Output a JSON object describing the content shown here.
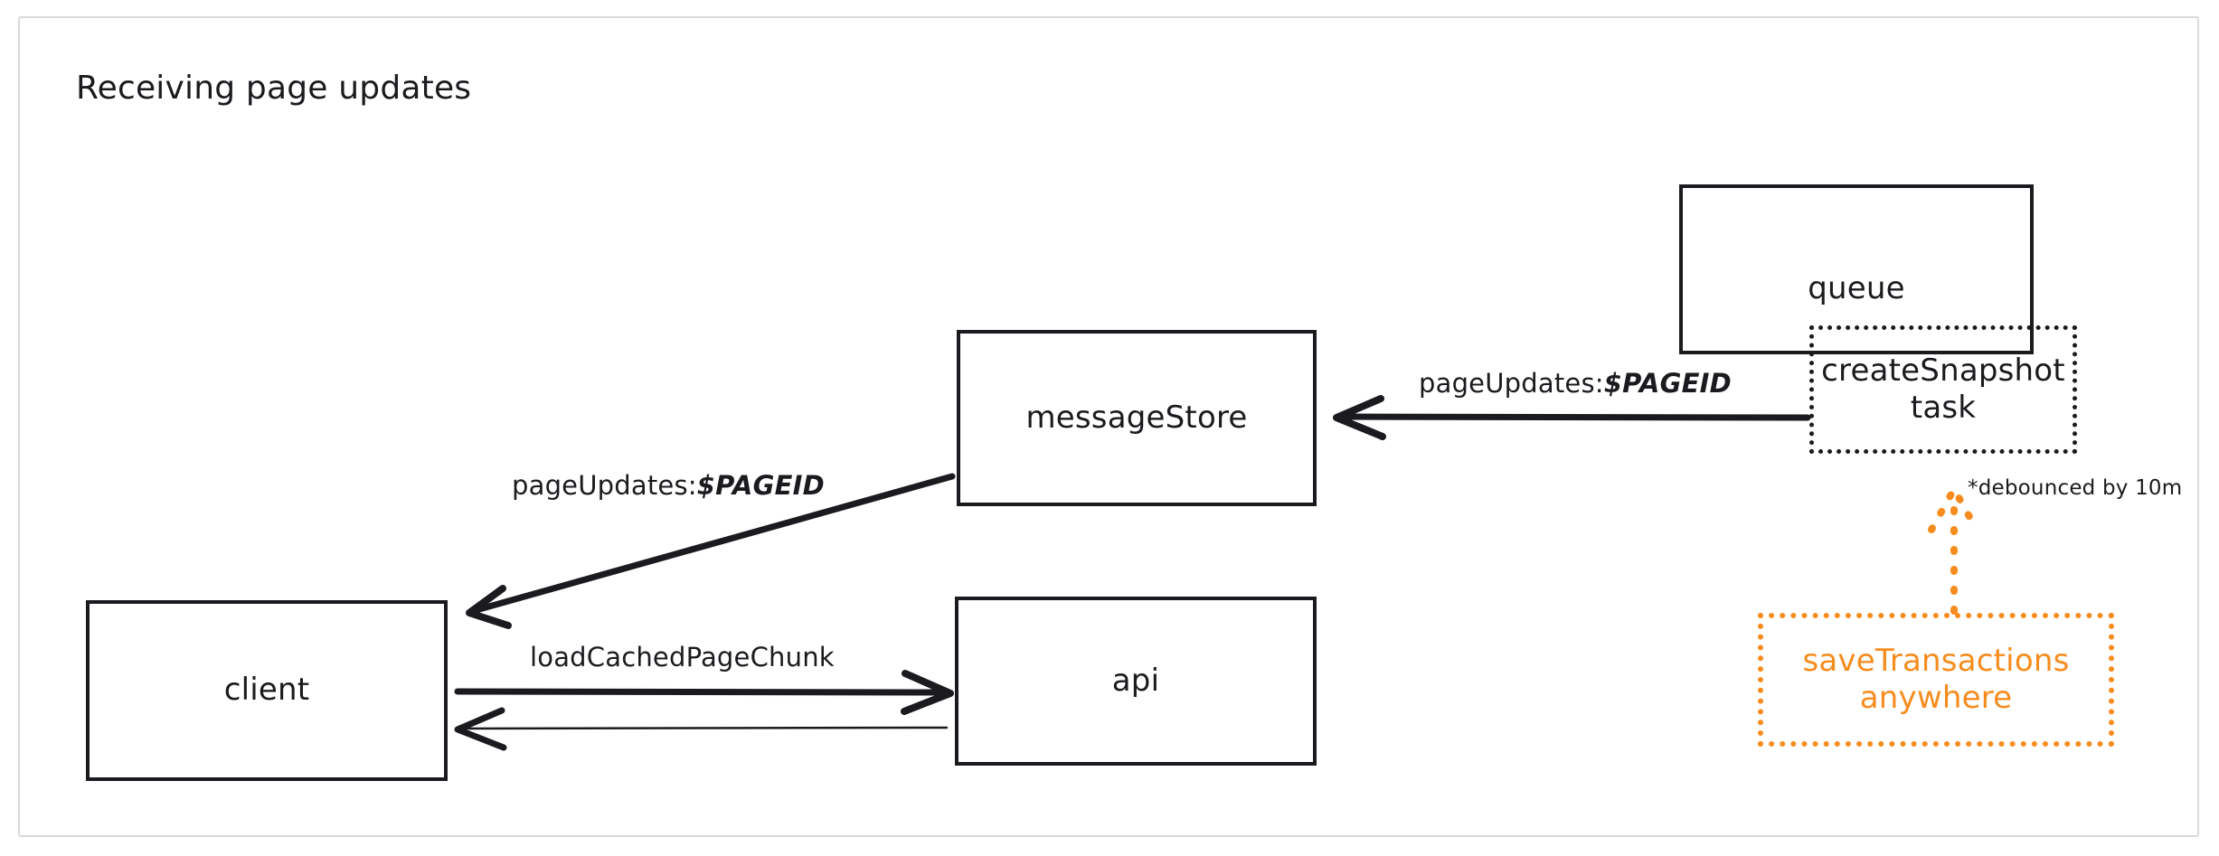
{
  "diagram": {
    "title": "Receiving page updates",
    "accent_color": "#f78c1e",
    "ink_color": "#1b1b1f",
    "frame_color": "#d9d8dd",
    "background": "#ffffff"
  },
  "nodes": [
    {
      "id": "client",
      "label": "client",
      "style": "solid",
      "color": "#1b1b1f"
    },
    {
      "id": "api",
      "label": "api",
      "style": "solid",
      "color": "#1b1b1f"
    },
    {
      "id": "messageStore",
      "label": "messageStore",
      "style": "solid",
      "color": "#1b1b1f"
    },
    {
      "id": "queue",
      "label": "queue",
      "style": "solid",
      "color": "#1b1b1f"
    },
    {
      "id": "createSnapshot",
      "label": "createSnapshot\ntask",
      "label_line1": "createSnapshot",
      "label_line2": "task",
      "style": "dotted",
      "color": "#1b1b1f"
    },
    {
      "id": "saveTransactions",
      "label": "saveTransactions\nanywhere",
      "label_line1": "saveTransactions",
      "label_line2": "anywhere",
      "style": "dotted",
      "color": "#f78c1e"
    }
  ],
  "edges": [
    {
      "id": "messagestore-to-client",
      "from": "messageStore",
      "to": "client",
      "label_prefix": "pageUpdates:",
      "label_var": "$PAGEID",
      "style": "solid-bold",
      "color": "#1b1b1f",
      "arrowhead": "end"
    },
    {
      "id": "createsnapshot-to-messagestore",
      "from": "createSnapshot",
      "to": "messageStore",
      "label_prefix": "pageUpdates:",
      "label_var": "$PAGEID",
      "style": "solid-bold",
      "color": "#1b1b1f",
      "arrowhead": "end"
    },
    {
      "id": "client-to-api",
      "from": "client",
      "to": "api",
      "label_prefix": "loadCachedPageChunk",
      "label_var": "",
      "style": "solid-bold",
      "color": "#1b1b1f",
      "arrowhead": "end"
    },
    {
      "id": "api-to-client",
      "from": "api",
      "to": "client",
      "label_prefix": "",
      "label_var": "",
      "style": "solid-thin",
      "color": "#1b1b1f",
      "arrowhead": "end"
    },
    {
      "id": "savetransactions-to-createsnapshot",
      "from": "saveTransactions",
      "to": "createSnapshot",
      "label_prefix": "",
      "label_var": "",
      "style": "dotted",
      "color": "#f78c1e",
      "arrowhead": "end"
    }
  ],
  "annotations": [
    {
      "id": "debounce-note",
      "text": "*debounced by 10m",
      "color": "#1b1b1f"
    }
  ]
}
